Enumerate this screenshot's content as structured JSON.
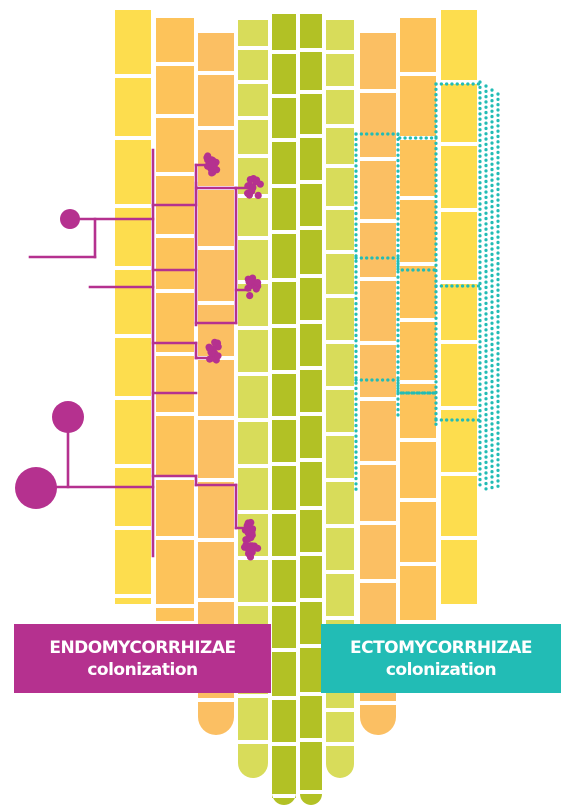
{
  "labels": {
    "endo": {
      "title": "ENDOMYCORRHIZAE",
      "subtitle": "colonization"
    },
    "ecto": {
      "title": "ECTOMYCORRHIZAE",
      "subtitle": "colonization"
    }
  },
  "colors": {
    "epidermis": "#fddd4e",
    "cortex_outer": "#fdc35a",
    "cortex_inner": "#fbbf63",
    "endodermis": "#d8dc5a",
    "stele": "#b2c125",
    "endo_fungus": "#b5318f",
    "ecto_fungus": "#22bcb5",
    "background": "#ffffff"
  }
}
